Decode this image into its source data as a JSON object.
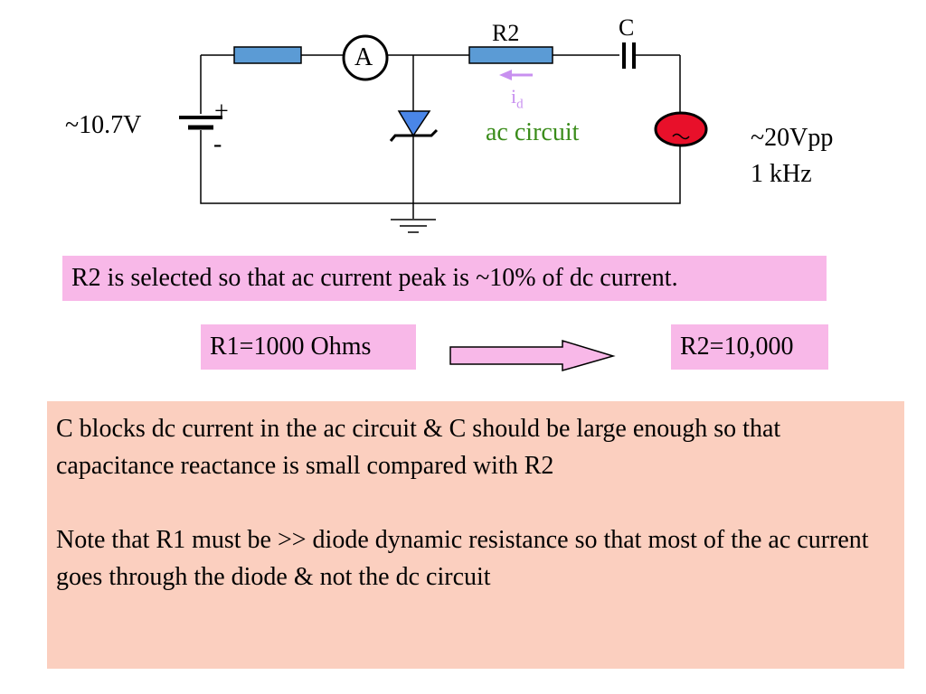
{
  "circuit": {
    "labels": {
      "r2": "R2",
      "c": "C",
      "ammeter": "A",
      "current": "i",
      "current_sub": "d",
      "ac_circuit": "ac circuit",
      "dc_voltage": "~10.7V",
      "plus": "+",
      "minus": "-",
      "ac_amplitude": "~20Vpp",
      "ac_frequency": "1 kHz"
    },
    "colors": {
      "resistor": "#5b9bd5",
      "diode": "#4a86e8",
      "source": "#e8102a",
      "current_arrow": "#c890f0",
      "ac_label": "#3a8c1a"
    }
  },
  "callouts": {
    "selection": "R2 is selected so that ac current peak  is ~10% of dc current.",
    "r1_value": "R1=1000 Ohms",
    "r2_value": "R2=10,000"
  },
  "notes": {
    "paragraph1": "C blocks dc current in the ac circuit & C should be large enough so that capacitance reactance is small compared with R2",
    "paragraph2": "Note that R1 must be >> diode dynamic resistance so that most of the ac current goes through the diode & not the dc circuit"
  },
  "colors": {
    "pink_box": "#f8b8e8",
    "peach_box": "#fbcfbf"
  }
}
